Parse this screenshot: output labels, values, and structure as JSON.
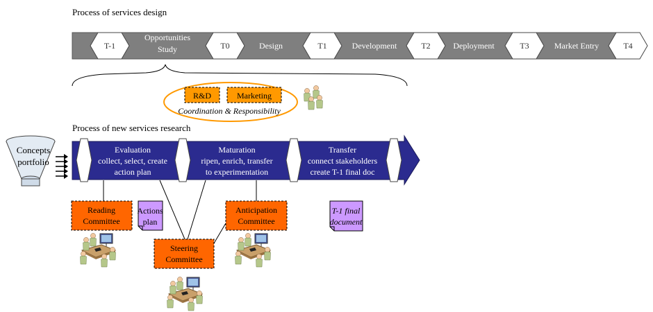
{
  "design": {
    "title": "Process of services design",
    "gates": [
      "T-1",
      "T0",
      "T1",
      "T2",
      "T3",
      "T4"
    ],
    "phases": [
      {
        "line1": "Opportunities",
        "line2": "Study"
      },
      {
        "line1": "Design",
        "line2": ""
      },
      {
        "line1": "Development",
        "line2": ""
      },
      {
        "line1": "Deployment",
        "line2": ""
      },
      {
        "line1": "Market Entry",
        "line2": ""
      }
    ]
  },
  "coordination": {
    "rd_label": "R&D",
    "marketing_label": "Marketing",
    "caption": "Coordination & Responsibility",
    "people_icon": "people-group-icon"
  },
  "research": {
    "title": "Process of new services research",
    "concepts": {
      "line1": "Concepts",
      "line2": "portfolio"
    },
    "phases": [
      {
        "line1": "Evaluation",
        "line2": "collect, select, create",
        "line3": "action plan"
      },
      {
        "line1": "Maturation",
        "line2": "ripen, enrich, transfer",
        "line3": "to experimentation"
      },
      {
        "line1": "Transfer",
        "line2": "connect stakeholders",
        "line3": "create T-1 final doc"
      }
    ]
  },
  "committees": {
    "reading": {
      "line1": "Reading",
      "line2": "Committee"
    },
    "steering": {
      "line1": "Steering",
      "line2": "Committee"
    },
    "anticipation": {
      "line1": "Anticipation",
      "line2": "Committee"
    }
  },
  "documents": {
    "actions": {
      "line1": "Actions",
      "line2": "plan"
    },
    "final": {
      "line1": "T-1 final",
      "line2": "document"
    }
  },
  "icons": {
    "meeting": "meeting-table-icon",
    "funnel": "funnel-icon"
  },
  "colors": {
    "design_bar": "#7f7f7f",
    "research_bar": "#2b2b8f",
    "committee": "#ff6600",
    "coordination_box": "#ff9900",
    "document": "#cc99ff",
    "ellipse": "#ff9900"
  }
}
